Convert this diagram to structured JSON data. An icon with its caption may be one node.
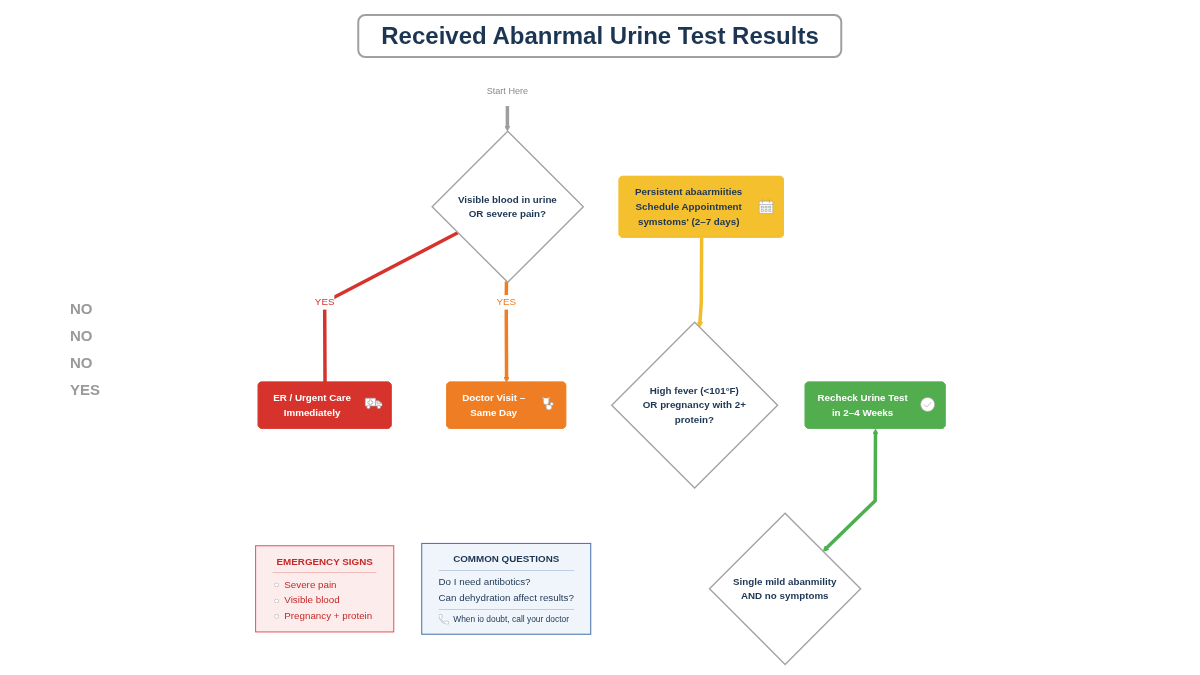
{
  "diagram": {
    "title": "Received Abanrmal Urine Test Results",
    "nodes": [
      {
        "text": [
          "Start Here"
        ]
      },
      {
        "text": [
          "Visible blood in urine OR severe pain?"
        ]
      },
      {
        "text": [
          "ER / Urgent Care Immediately"
        ]
      },
      {
        "text": [
          "Doctor Visit – Same Day"
        ]
      },
      {
        "text": [
          "High fever (<101°F) OR pregnancy with 2+ protein?"
        ]
      },
      {
        "text": [
          "EMERGENCY SIGNS",
          "Severe pain",
          "Visible blood",
          "Pregnancy + protein"
        ]
      },
      {
        "text": [
          "COMMON QUESTIONS",
          "Do I need antibotics?",
          "Can dehydration affect results?",
          "When io doubt, call your doctor"
        ]
      },
      {
        "text": [
          "Persistent abaarmiities Schedule Appointment symstoms' (2–7 days)"
        ]
      },
      {
        "text": [
          "Single mild abanmility AND no symptoms"
        ]
      },
      {
        "text": [
          "Recheck Urine Test in 2–4 Weeks"
        ]
      }
    ],
    "edges": [
      {
        "from": 0,
        "to": 1,
        "arrow": "to",
        "color": "#9e9e9e"
      },
      {
        "from": 1,
        "to": 2,
        "arrow": "none",
        "label": "YES",
        "color": "#d6332d"
      },
      {
        "from": 1,
        "to": 3,
        "arrow": "to",
        "label": "YES",
        "color": "#ee7d23"
      },
      {
        "from": 7,
        "to": 4,
        "arrow": "to",
        "color": "#f2bd2c"
      },
      {
        "from": 9,
        "to": 8,
        "arrow": "both",
        "color": "#4caf50"
      }
    ],
    "labels": [
      "NO",
      "NO",
      "NO",
      "YES"
    ]
  }
}
